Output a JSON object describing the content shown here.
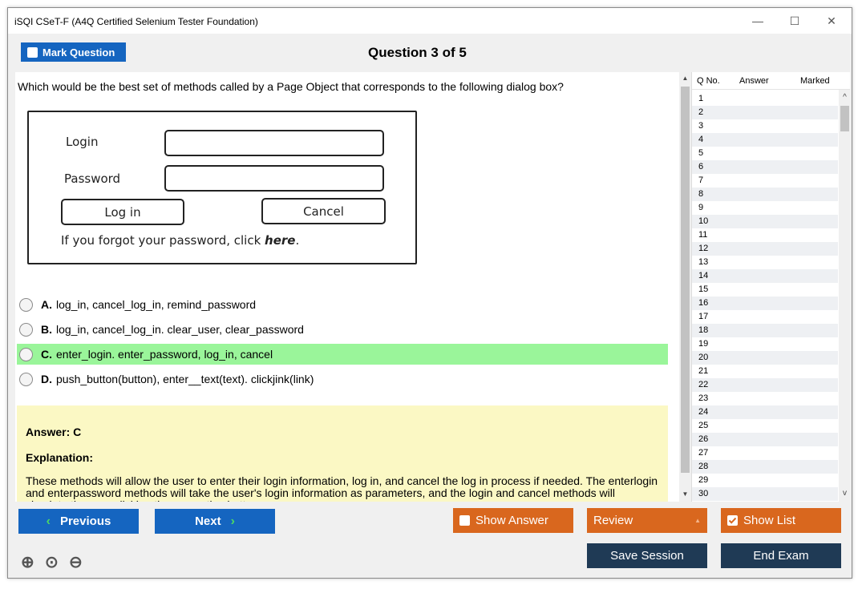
{
  "window": {
    "title": "iSQI CSeT-F (A4Q Certified Selenium Tester Foundation)",
    "minimize_icon": "—",
    "maximize_icon": "☐",
    "close_icon": "✕"
  },
  "header": {
    "mark_label": "Mark Question",
    "question_counter": "Question 3 of 5"
  },
  "question": {
    "text": "Which would be the best set of methods called by a Page Object that corresponds to the following dialog box?",
    "dialog": {
      "login_label": "Login",
      "password_label": "Password",
      "login_button": "Log in",
      "cancel_button": "Cancel",
      "forgot_prefix": "If you forgot your password, click ",
      "forgot_link": "here",
      "forgot_suffix": "."
    },
    "options": [
      {
        "letter": "A.",
        "text": "log_in, cancel_log_in, remind_password"
      },
      {
        "letter": "B.",
        "text": "log_in, cancel_log_in. clear_user, clear_password"
      },
      {
        "letter": "C.",
        "text": "enter_login. enter_password, log_in, cancel"
      },
      {
        "letter": "D.",
        "text": "push_button(button), enter__text(text). clickjink(link)"
      }
    ]
  },
  "answer": {
    "answer_label": "Answer: C",
    "explanation_label": "Explanation:",
    "explanation_text": "These methods will allow the user to enter their login information, log in, and cancel the log in process if needed. The enterlogin and enterpassword methods will take the user's login information as parameters, and the login and cancel methods will simulate the user clicking the respective buttons."
  },
  "qlist": {
    "col_qno": "Q No.",
    "col_answer": "Answer",
    "col_marked": "Marked",
    "rows": [
      "1",
      "2",
      "3",
      "4",
      "5",
      "6",
      "7",
      "8",
      "9",
      "10",
      "11",
      "12",
      "13",
      "14",
      "15",
      "16",
      "17",
      "18",
      "19",
      "20",
      "21",
      "22",
      "23",
      "24",
      "25",
      "26",
      "27",
      "28",
      "29",
      "30"
    ]
  },
  "footer": {
    "previous": "Previous",
    "next": "Next",
    "show_answer": "Show Answer",
    "review": "Review",
    "show_list": "Show List",
    "save_session": "Save Session",
    "end_exam": "End Exam"
  },
  "icons": {
    "zoom_in": "⊕",
    "zoom_reset": "⊙",
    "zoom_out": "⊖",
    "chevron_left": "‹",
    "chevron_right": "›",
    "up_arrow": "▲",
    "down_arrow": "▼",
    "caret_up": "^",
    "caret_down": "v",
    "review_dropdown": "▲"
  },
  "colors": {
    "primary_blue": "#1565c0",
    "orange": "#d9671e",
    "dark_navy": "#1f3a55",
    "correct_highlight": "#9af59a",
    "answer_bg": "#fbf8c4"
  }
}
